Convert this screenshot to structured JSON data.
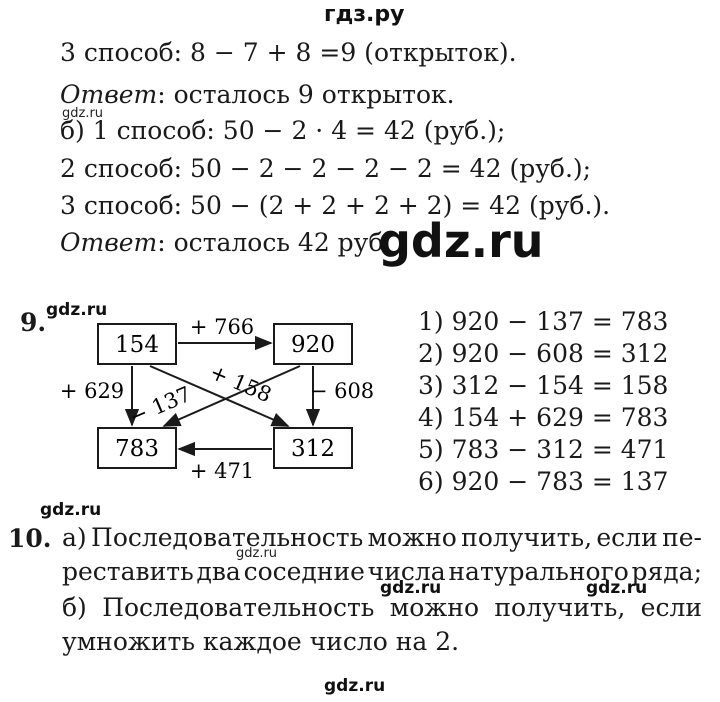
{
  "watermarks": {
    "top": "гдз.ру",
    "small": "gdz.ru",
    "big": "gdz.ru"
  },
  "part_a": {
    "way3": "3 способ: 8 − 7 + 8 =9 (открыток).",
    "answer_label": "Ответ",
    "answer_text": ": осталось 9 открыток."
  },
  "part_b": {
    "way1": "б) 1 способ: 50 − 2 · 4 = 42 (руб.);",
    "way2": "2 способ: 50 − 2 − 2 − 2 − 2 = 42 (руб.);",
    "way3": "3 способ: 50 − (2 + 2 + 2 + 2) = 42 (руб.).",
    "answer_label": "Ответ",
    "answer_text": ": осталось 42 руб."
  },
  "task9": {
    "number": "9.",
    "diagram": {
      "boxes": {
        "top_left": "154",
        "top_right": "920",
        "bottom_left": "783",
        "bottom_right": "312"
      },
      "labels": {
        "top": "+ 766",
        "left": "+ 629",
        "right": "− 608",
        "bottom": "+ 471",
        "diag_down": "+ 158",
        "diag_up": "− 137"
      }
    },
    "equations": [
      "1) 920 − 137 = 783",
      "2) 920 − 608 = 312",
      "3) 312 − 154 = 158",
      "4) 154 + 629 = 783",
      "5) 783 − 312 = 471",
      "6) 920 − 783 = 137"
    ]
  },
  "task10": {
    "number": "10.",
    "a_line1_words": [
      "а)",
      "Последовательность",
      "можно",
      "получить,",
      "если",
      "пе-"
    ],
    "a_line2_words": [
      "реставить",
      "два",
      "соседние",
      "числа",
      "натурального",
      "ряда;"
    ],
    "b_line1_words": [
      "б)",
      "Последовательность",
      "можно",
      "получить,",
      "если"
    ],
    "b_line2": "умножить каждое число на 2."
  }
}
